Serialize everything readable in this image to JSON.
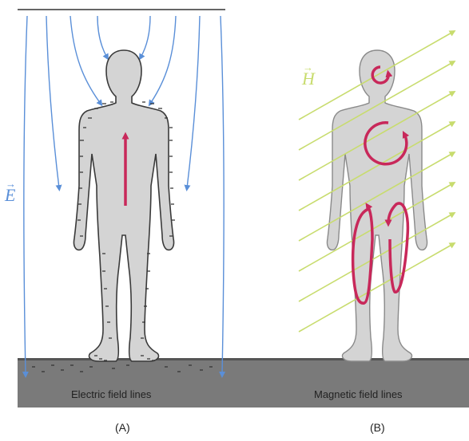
{
  "panel_a": {
    "field_symbol": "E",
    "ground_label": "Electric field lines",
    "panel_label": "(A)"
  },
  "panel_b": {
    "field_symbol": "H",
    "ground_label": "Magnetic field lines",
    "panel_label": "(B)"
  },
  "colors": {
    "electric_field": "#5a8fd8",
    "magnetic_field": "#c8dc6e",
    "current": "#c8285a",
    "body_fill": "#d4d4d4",
    "body_stroke": "#3a3a3a",
    "ground": "#777777",
    "charge": "#333333"
  },
  "icons": {
    "field_arrow": "arrow-head-icon",
    "current_loop": "circular-arrow-icon"
  }
}
